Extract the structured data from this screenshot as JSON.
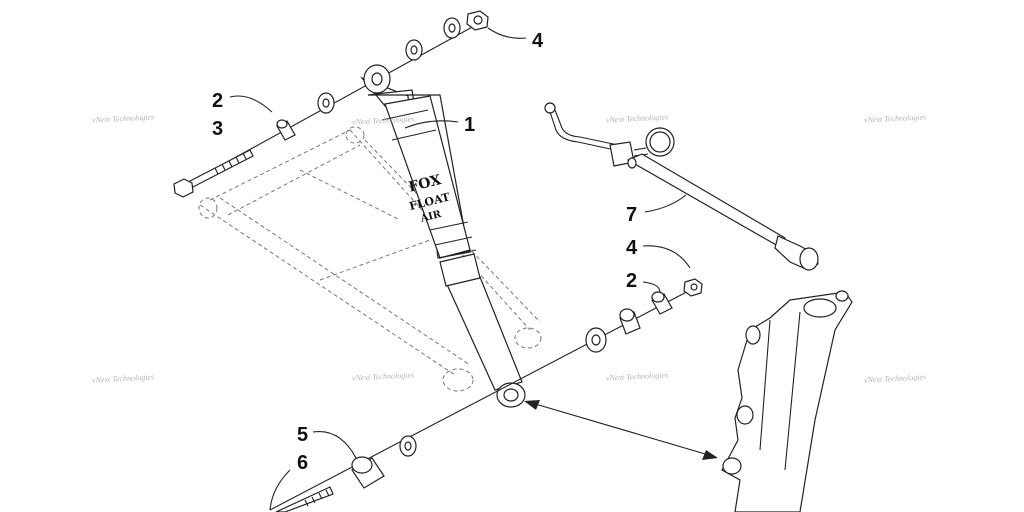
{
  "callouts": {
    "shock_absorber": "1",
    "spacer_upper": "2",
    "bolt_upper": "3",
    "nut_upper": "4",
    "nut_lower": "4",
    "spacer_lower": "2",
    "spacer_bottom": "5",
    "bolt_bottom": "6",
    "air_pump": "7"
  },
  "shock_labels": {
    "brand": "FOX",
    "line1": "FLOAT",
    "line2": "AIR"
  },
  "watermark": "vNext Technologies"
}
